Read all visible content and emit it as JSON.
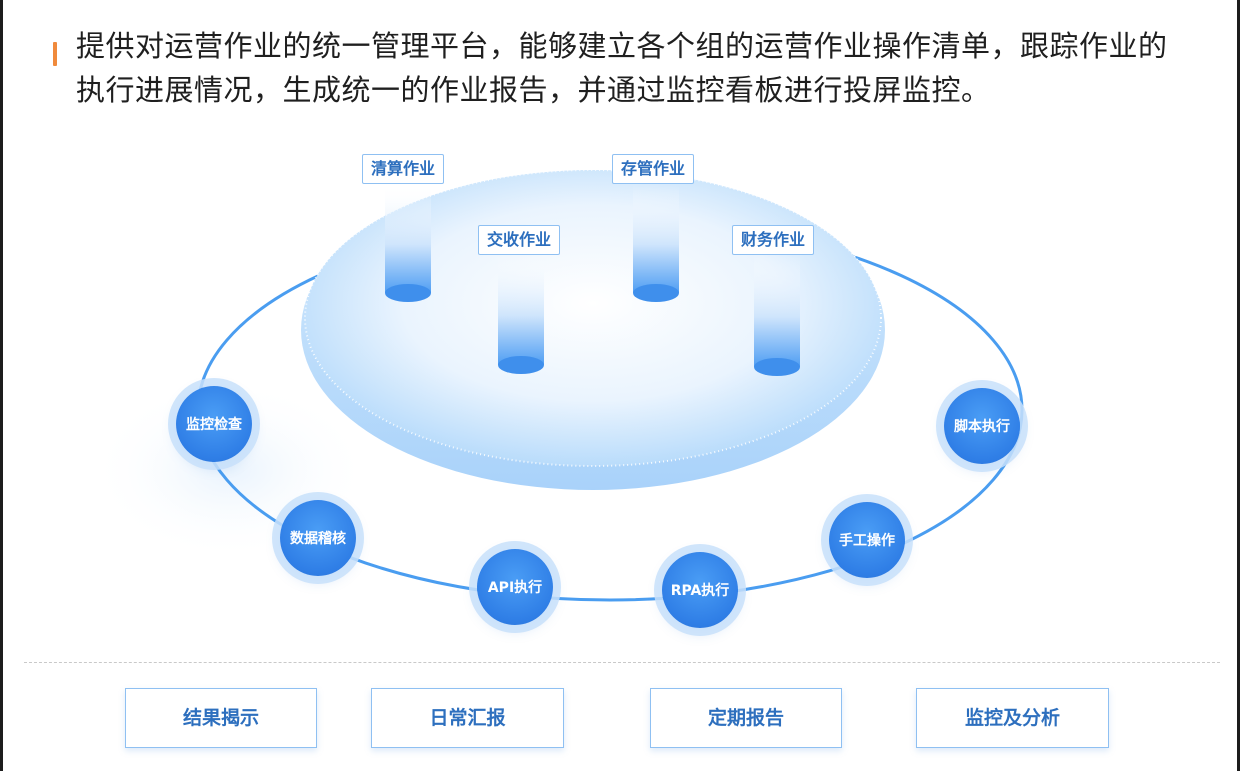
{
  "intro_text": "提供对运营作业的统一管理平台，能够建立各个组的运营作业操作清单，跟踪作业的执行进展情况，生成统一的作业报告，并通过监控看板进行投屏监控。",
  "job_types": [
    "清算作业",
    "存管作业",
    "交收作业",
    "财务作业"
  ],
  "execution_nodes": [
    "监控检查",
    "数据稽核",
    "API执行",
    "RPA执行",
    "手工操作",
    "脚本执行"
  ],
  "outputs": [
    "结果揭示",
    "日常汇报",
    "定期报告",
    "监控及分析"
  ],
  "colors": {
    "accent": "#f08a3c",
    "primary_blue": "#2f7ee6",
    "label_border": "#8fc0f2",
    "label_text": "#2d6fbe"
  }
}
